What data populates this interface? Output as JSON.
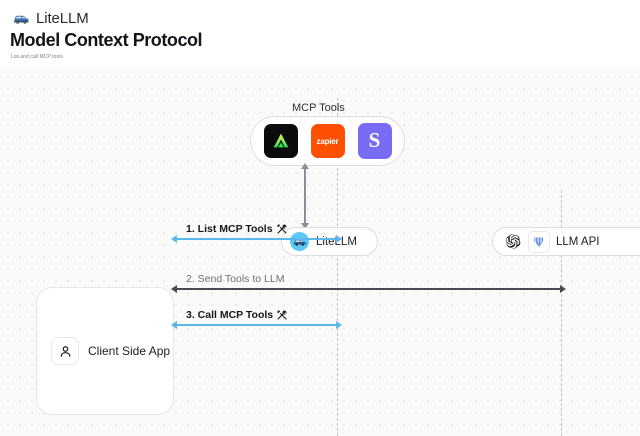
{
  "header": {
    "brand": "LiteLLM",
    "brand_logo_icon": "litellm-car-icon",
    "title": "Model Context Protocol",
    "subtitle": "List and call MCP tools"
  },
  "canvas": {
    "background_color": "#fafafa",
    "dot_grid": true,
    "accent_color": "#5ab7e8"
  },
  "mcp_group": {
    "label": "MCP Tools",
    "tools": [
      {
        "name": "anthropic-tool-icon",
        "label": "",
        "color": "#0b0b0d"
      },
      {
        "name": "zapier-tool-icon",
        "label": "zapier",
        "color": "#ff4f00"
      },
      {
        "name": "slack-tool-icon",
        "label": "S",
        "color": "#7a6bf5"
      }
    ]
  },
  "nodes": {
    "litellm": {
      "label": "LiteLLM",
      "icon": "litellm-avatar-icon"
    },
    "llm_api": {
      "label": "LLM API",
      "icons": [
        "openai-icon",
        "anthropic-icon"
      ]
    },
    "client": {
      "label": "Client Side App",
      "icon": "user-icon"
    }
  },
  "flows": [
    {
      "step": "1.",
      "label": "1. List MCP Tools",
      "icon": "tools-icon",
      "color": "#5ab7e8",
      "direction": "bidirectional"
    },
    {
      "step": "2.",
      "label": "2. Send Tools to LLM",
      "icon": "",
      "color": "#4a4a52",
      "direction": "bidirectional"
    },
    {
      "step": "3.",
      "label": "3. Call MCP Tools",
      "icon": "tools-icon",
      "color": "#5ab7e8",
      "direction": "bidirectional"
    }
  ],
  "vertical_flow": {
    "from": "litellm",
    "to": "mcp_group",
    "direction": "bidirectional"
  }
}
